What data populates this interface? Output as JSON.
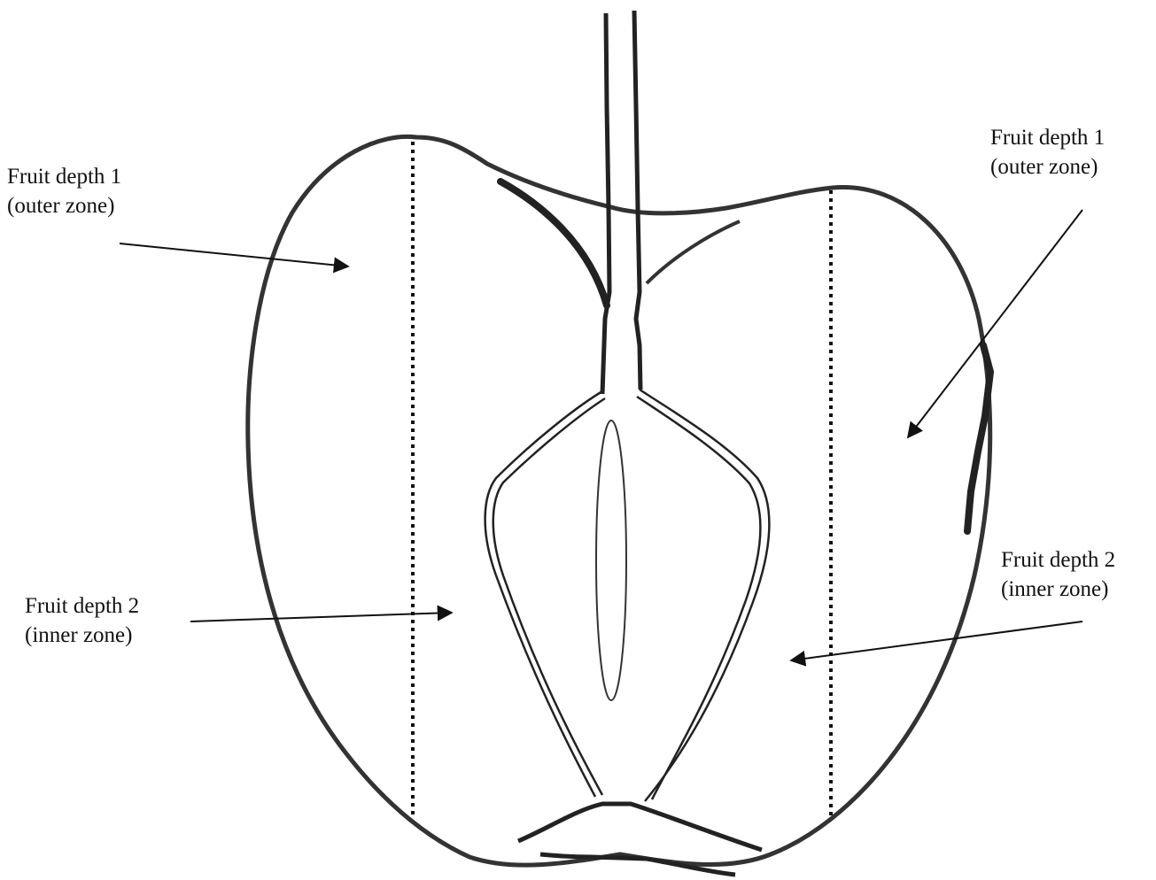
{
  "labels": {
    "top_left": {
      "line1": "Fruit depth 1",
      "line2": "(outer zone)"
    },
    "top_right": {
      "line1": "Fruit depth 1",
      "line2": "(outer zone)"
    },
    "bottom_left": {
      "line1": "Fruit depth 2",
      "line2": "(inner zone)"
    },
    "bottom_right": {
      "line1": "Fruit depth 2",
      "line2": "(inner zone)"
    }
  },
  "colors": {
    "outline": "#333333",
    "dotted_line": "#111111",
    "text": "#111111",
    "background": "#ffffff"
  }
}
